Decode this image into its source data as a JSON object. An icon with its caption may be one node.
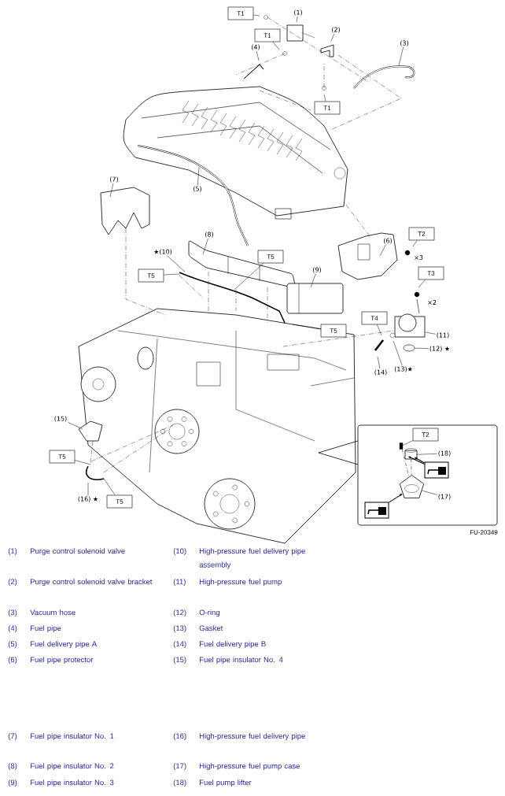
{
  "diagram": {
    "nodes": [
      {
        "text": [
          "T1"
        ]
      },
      {
        "text": [
          "T1"
        ]
      },
      {
        "text": [
          "T1"
        ]
      },
      {
        "text": [
          "(1)"
        ]
      },
      {
        "text": [
          "(2)"
        ]
      },
      {
        "text": [
          "(3)"
        ]
      },
      {
        "text": [
          "(4)"
        ]
      },
      {
        "text": [
          "(5)"
        ]
      },
      {
        "text": [
          "(6)"
        ]
      },
      {
        "text": [
          "T2"
        ]
      },
      {
        "text": [
          "(7)"
        ]
      },
      {
        "text": [
          "(8)"
        ]
      },
      {
        "text": [
          "★(10)"
        ]
      },
      {
        "text": [
          "T5"
        ]
      },
      {
        "text": [
          "T5"
        ]
      },
      {
        "text": [
          "(9)"
        ]
      },
      {
        "text": [
          "T3"
        ]
      },
      {
        "text": [
          "T4"
        ]
      },
      {
        "text": [
          "T5"
        ]
      },
      {
        "text": [
          "(11)"
        ]
      },
      {
        "text": [
          "(12) ★"
        ]
      },
      {
        "text": [
          "(13)★"
        ]
      },
      {
        "text": [
          "(14)"
        ]
      },
      {
        "text": [
          "(15)"
        ]
      },
      {
        "text": [
          "T5"
        ]
      },
      {
        "text": [
          "(16) ★"
        ]
      },
      {
        "text": [
          "T5"
        ]
      },
      {
        "text": [],
        "shape": "box"
      },
      {
        "text": [
          "T2"
        ],
        "in": 27
      },
      {
        "text": [
          "(18)"
        ],
        "in": 27
      },
      {
        "text": [
          "(17)"
        ],
        "in": 27
      },
      {
        "text": [],
        "shape": "picture",
        "in": 27
      },
      {
        "text": [],
        "shape": "picture",
        "in": 27
      },
      {
        "text": [],
        "shape": "box",
        "in": 27
      },
      {
        "text": [],
        "shape": "picture",
        "in": 27
      },
      {
        "text": [],
        "shape": "picture",
        "in": 27
      },
      {
        "text": [],
        "shape": "circle"
      }
    ],
    "edges": [
      {
        "from": 0,
        "to": null,
        "arrow": "none"
      },
      {
        "from": 1,
        "to": null,
        "arrow": "none"
      },
      {
        "from": 2,
        "to": null,
        "arrow": "none"
      },
      {
        "from": 3,
        "to": null,
        "arrow": "none"
      },
      {
        "from": 4,
        "to": null,
        "arrow": "none"
      },
      {
        "from": 5,
        "to": null,
        "arrow": "none"
      },
      {
        "from": 6,
        "to": null,
        "arrow": "none"
      },
      {
        "from": 7,
        "to": null,
        "arrow": "none"
      },
      {
        "from": 8,
        "to": null,
        "arrow": "none"
      },
      {
        "from": 9,
        "to": null,
        "arrow": "none"
      },
      {
        "from": 10,
        "to": null,
        "arrow": "none"
      },
      {
        "from": 11,
        "to": null,
        "arrow": "none"
      },
      {
        "from": 12,
        "to": null,
        "arrow": "none"
      },
      {
        "from": 13,
        "to": null,
        "arrow": "none"
      },
      {
        "from": 14,
        "to": null,
        "arrow": "none"
      },
      {
        "from": 15,
        "to": null,
        "arrow": "none"
      },
      {
        "from": 16,
        "to": null,
        "arrow": "none"
      },
      {
        "from": 17,
        "to": null,
        "arrow": "none"
      },
      {
        "from": 18,
        "to": null,
        "arrow": "none"
      },
      {
        "from": 19,
        "to": null,
        "arrow": "none"
      },
      {
        "from": 20,
        "to": 36,
        "arrow": "none"
      },
      {
        "from": 21,
        "to": null,
        "arrow": "none"
      },
      {
        "from": 22,
        "to": null,
        "arrow": "none"
      },
      {
        "from": 23,
        "to": null,
        "arrow": "none"
      },
      {
        "from": 24,
        "to": null,
        "arrow": "none"
      },
      {
        "from": 25,
        "to": null,
        "arrow": "none"
      },
      {
        "from": 26,
        "to": null,
        "arrow": "none"
      },
      {
        "from": 28,
        "to": 33,
        "arrow": "none"
      },
      {
        "from": 29,
        "to": 34,
        "arrow": "none"
      },
      {
        "from": 30,
        "to": 35,
        "arrow": "none"
      },
      {
        "from": 31,
        "to": 34,
        "arrow": "to"
      },
      {
        "from": 31,
        "to": 34,
        "arrow": "to"
      },
      {
        "from": 32,
        "to": 35,
        "arrow": "to"
      },
      {
        "from": 33,
        "to": 35,
        "arrow": "none",
        "style": "dashed"
      },
      {
        "from": 34,
        "to": 35,
        "arrow": "none",
        "style": "dashed"
      }
    ],
    "labels": [
      "×3",
      "×2",
      "FU-20349",
      "(1)",
      "Purge control solenoid valve",
      "(10)",
      "High-pressure fuel delivery pipe assembly",
      "(2)",
      "Purge control solenoid valve bracket",
      "(11)",
      "High-pressure fuel pump",
      "(3)",
      "Vacuum hose",
      "(12)",
      "O-ring",
      "(4)",
      "Fuel pipe",
      "(13)",
      "Gasket",
      "(5)",
      "Fuel delivery pipe A",
      "(14)",
      "Fuel delivery pipe B",
      "(6)",
      "Fuel pipe protector",
      "(15)",
      "Fuel pipe insulator No. 4",
      "(7)",
      "Fuel pipe insulator No. 1",
      "(16)",
      "High-pressure fuel delivery pipe",
      "(8)",
      "Fuel pipe insulator No. 2",
      "(17)",
      "High-pressure fuel pump case",
      "(9)",
      "Fuel pipe insulator No. 3",
      "(18)",
      "Fuel pump lifter"
    ]
  }
}
